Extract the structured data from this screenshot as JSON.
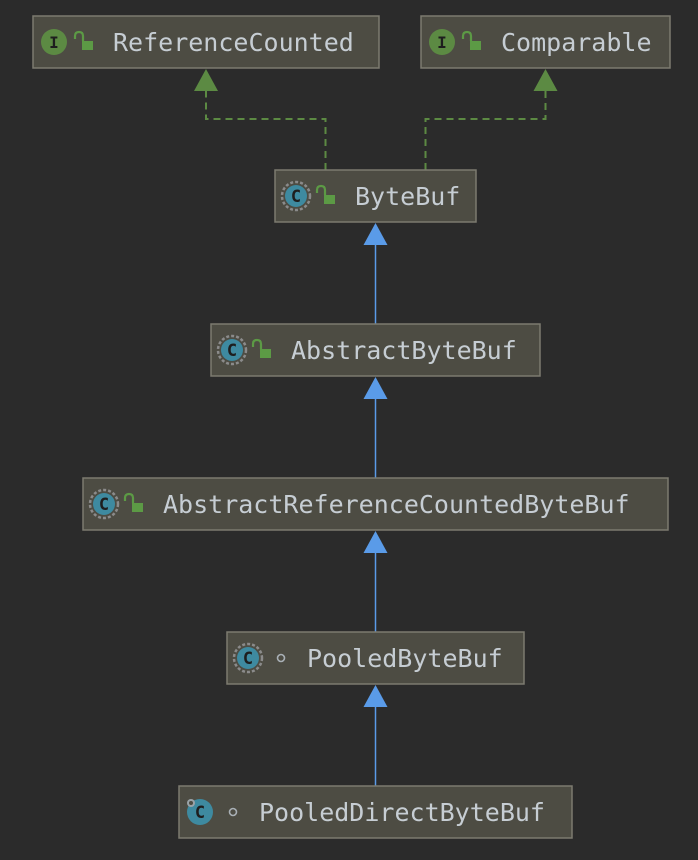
{
  "diagram": {
    "nodes": [
      {
        "id": "reference-counted",
        "label": "ReferenceCounted",
        "kind": "interface",
        "icon_letter": "I",
        "modifier": "public"
      },
      {
        "id": "comparable",
        "label": "Comparable",
        "kind": "interface",
        "icon_letter": "I",
        "modifier": "public"
      },
      {
        "id": "byte-buf",
        "label": "ByteBuf",
        "kind": "abstract-class",
        "icon_letter": "C",
        "modifier": "public"
      },
      {
        "id": "abstract-byte-buf",
        "label": "AbstractByteBuf",
        "kind": "abstract-class",
        "icon_letter": "C",
        "modifier": "public"
      },
      {
        "id": "abstract-reference-counted-byte-buf",
        "label": "AbstractReferenceCountedByteBuf",
        "kind": "abstract-class",
        "icon_letter": "C",
        "modifier": "public"
      },
      {
        "id": "pooled-byte-buf",
        "label": "PooledByteBuf",
        "kind": "abstract-class",
        "icon_letter": "C",
        "modifier": "package-private"
      },
      {
        "id": "pooled-direct-byte-buf",
        "label": "PooledDirectByteBuf",
        "kind": "final-class",
        "icon_letter": "C",
        "modifier": "package-private"
      }
    ],
    "edges": [
      {
        "from": "byte-buf",
        "to": "reference-counted",
        "type": "implements"
      },
      {
        "from": "byte-buf",
        "to": "comparable",
        "type": "implements"
      },
      {
        "from": "abstract-byte-buf",
        "to": "byte-buf",
        "type": "extends"
      },
      {
        "from": "abstract-reference-counted-byte-buf",
        "to": "abstract-byte-buf",
        "type": "extends"
      },
      {
        "from": "pooled-byte-buf",
        "to": "abstract-reference-counted-byte-buf",
        "type": "extends"
      },
      {
        "from": "pooled-direct-byte-buf",
        "to": "pooled-byte-buf",
        "type": "extends"
      }
    ]
  },
  "colors": {
    "background": "#2b2b2b",
    "node_fill": "#4d4c43",
    "node_border": "#7c7b70",
    "label_text": "#c6cdd3",
    "interface_icon": "#5c8a43",
    "class_icon": "#3e8aa0",
    "abstract_ring": "#8b8b8b",
    "lock_icon": "#5c9a45",
    "implements_edge": "#5c8a43",
    "extends_edge": "#5a9be8"
  }
}
